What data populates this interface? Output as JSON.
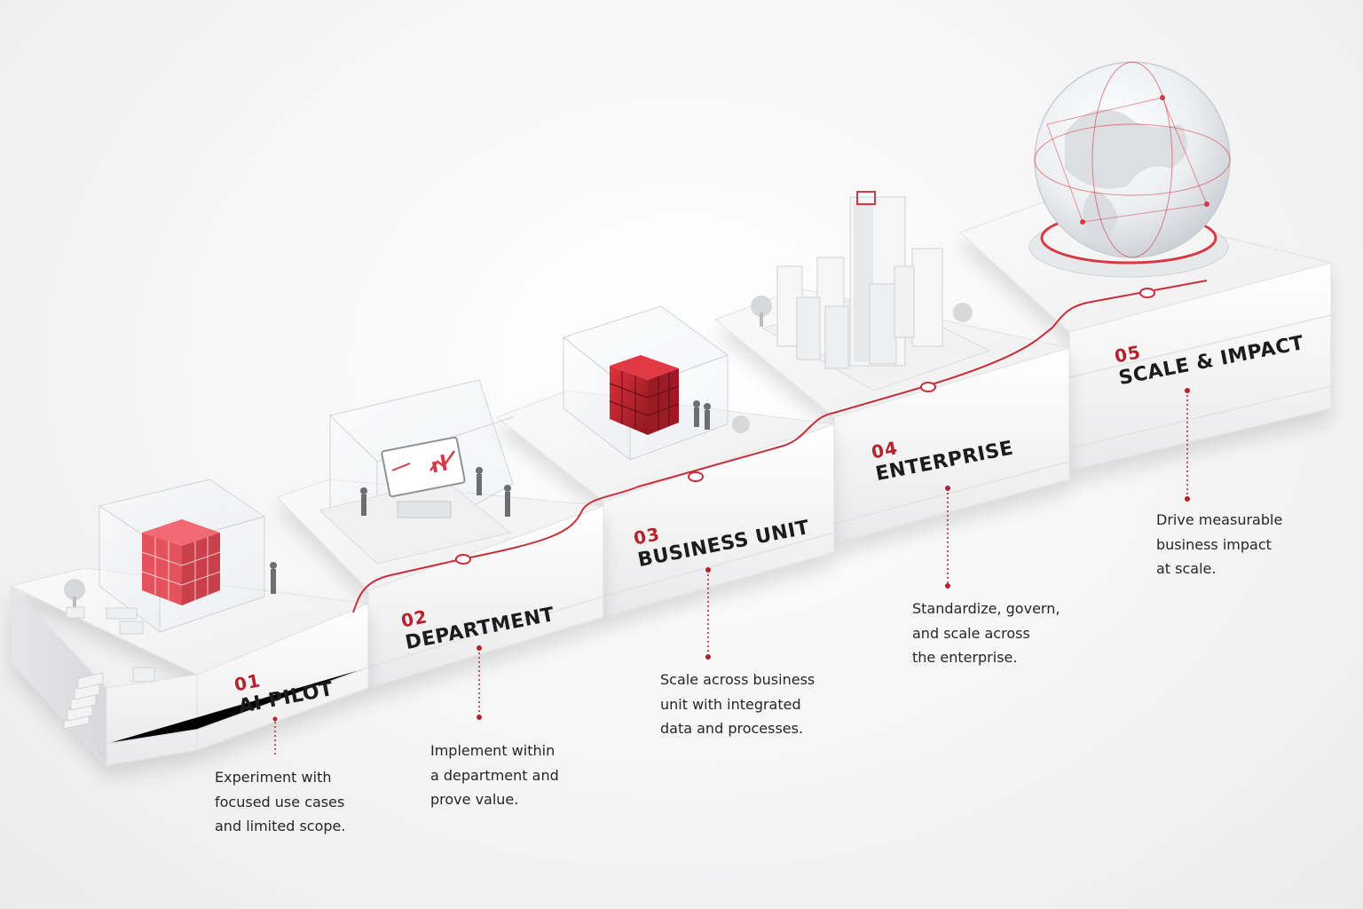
{
  "stages": [
    {
      "number": "01",
      "title": "AI PILOT",
      "description": [
        "Experiment with",
        "focused use cases",
        "and limited scope."
      ]
    },
    {
      "number": "02",
      "title": "DEPARTMENT",
      "description": [
        "Implement within",
        "a department and",
        "prove value."
      ]
    },
    {
      "number": "03",
      "title": "BUSINESS UNIT",
      "description": [
        "Scale across business",
        "unit with integrated",
        "data and processes."
      ]
    },
    {
      "number": "04",
      "title": "ENTERPRISE",
      "description": [
        "Standardize, govern,",
        "and scale across",
        "the enterprise."
      ]
    },
    {
      "number": "05",
      "title": "SCALE & IMPACT",
      "description": [
        "Drive measurable",
        "business impact",
        "at scale."
      ]
    }
  ],
  "colors": {
    "accent": "#b4232d",
    "surface": "#f7f7f8",
    "text": "#1c1c1e"
  },
  "icons": [
    "red-cube-icon",
    "dashboard-room-icon",
    "red-cube-icon",
    "city-buildings-icon",
    "globe-icon"
  ]
}
